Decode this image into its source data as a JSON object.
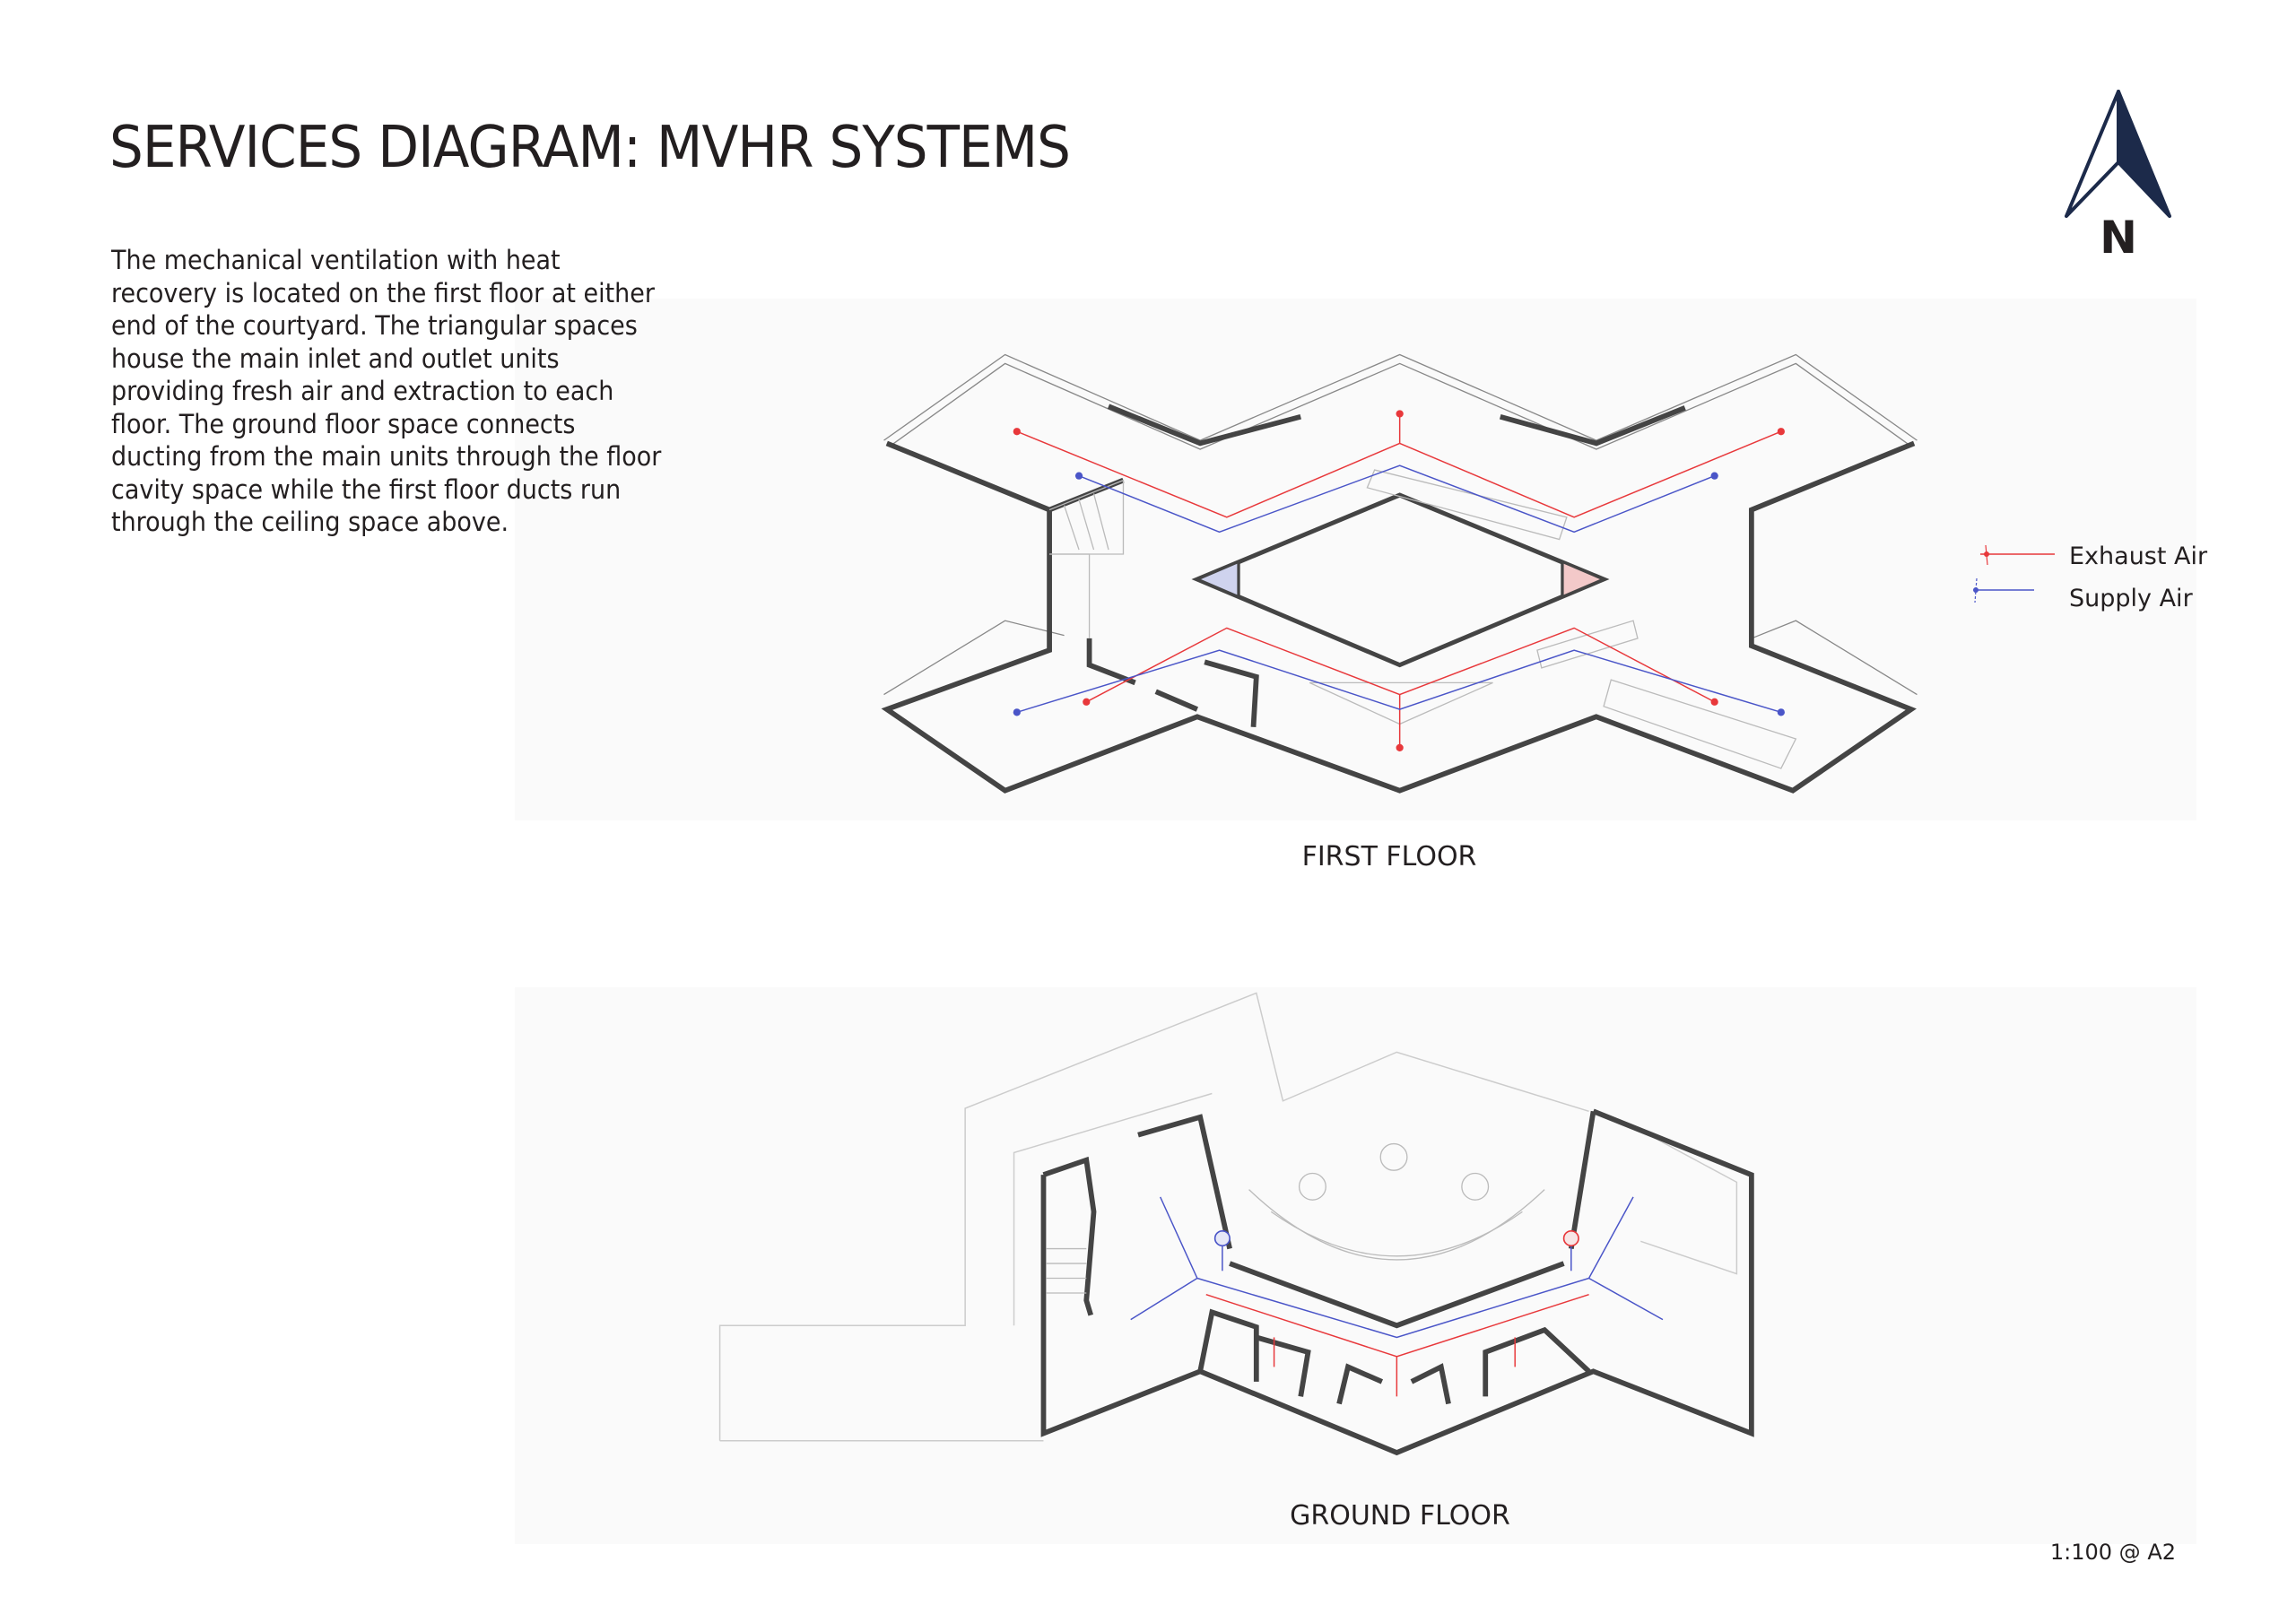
{
  "title": "SERVICES DIAGRAM: MVHR SYSTEMS",
  "description": "The mechanical ventilation with heat recovery is located on the first floor at either end of the courtyard. The triangular spaces house the main inlet and outlet units providing fresh air and extraction to each floor. The ground floor space connects ducting from the main units through the floor cavity space while the first floor ducts run through the ceiling space above.",
  "north_arrow": {
    "label": "N",
    "color": "#1c2a4a"
  },
  "legend": {
    "items": [
      {
        "label": "Exhaust Air",
        "color": "#e8383b"
      },
      {
        "label": "Supply Air",
        "color": "#4a55c8"
      }
    ]
  },
  "plans": {
    "first_floor": {
      "label": "FIRST FLOOR"
    },
    "ground_floor": {
      "label": "GROUND FLOOR"
    }
  },
  "scale": "1:100 @ A2",
  "colors": {
    "wall": "#444444",
    "panel": "#fafafa",
    "exhaust": "#e8383b",
    "supply": "#4a55c8"
  }
}
